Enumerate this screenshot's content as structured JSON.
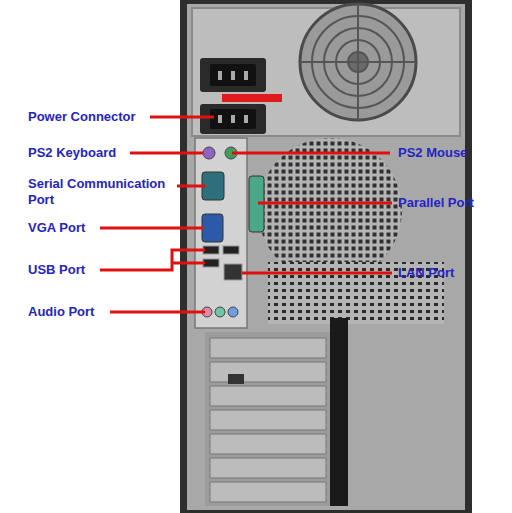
{
  "diagram": {
    "labels": [
      "Power Connector",
      "PS2 Keyboard",
      "PS2 Mouse",
      "Serial Communication Port",
      "Parallel Port",
      "VGA Port",
      "USB Port",
      "LAN Port",
      "Audio Port"
    ]
  }
}
